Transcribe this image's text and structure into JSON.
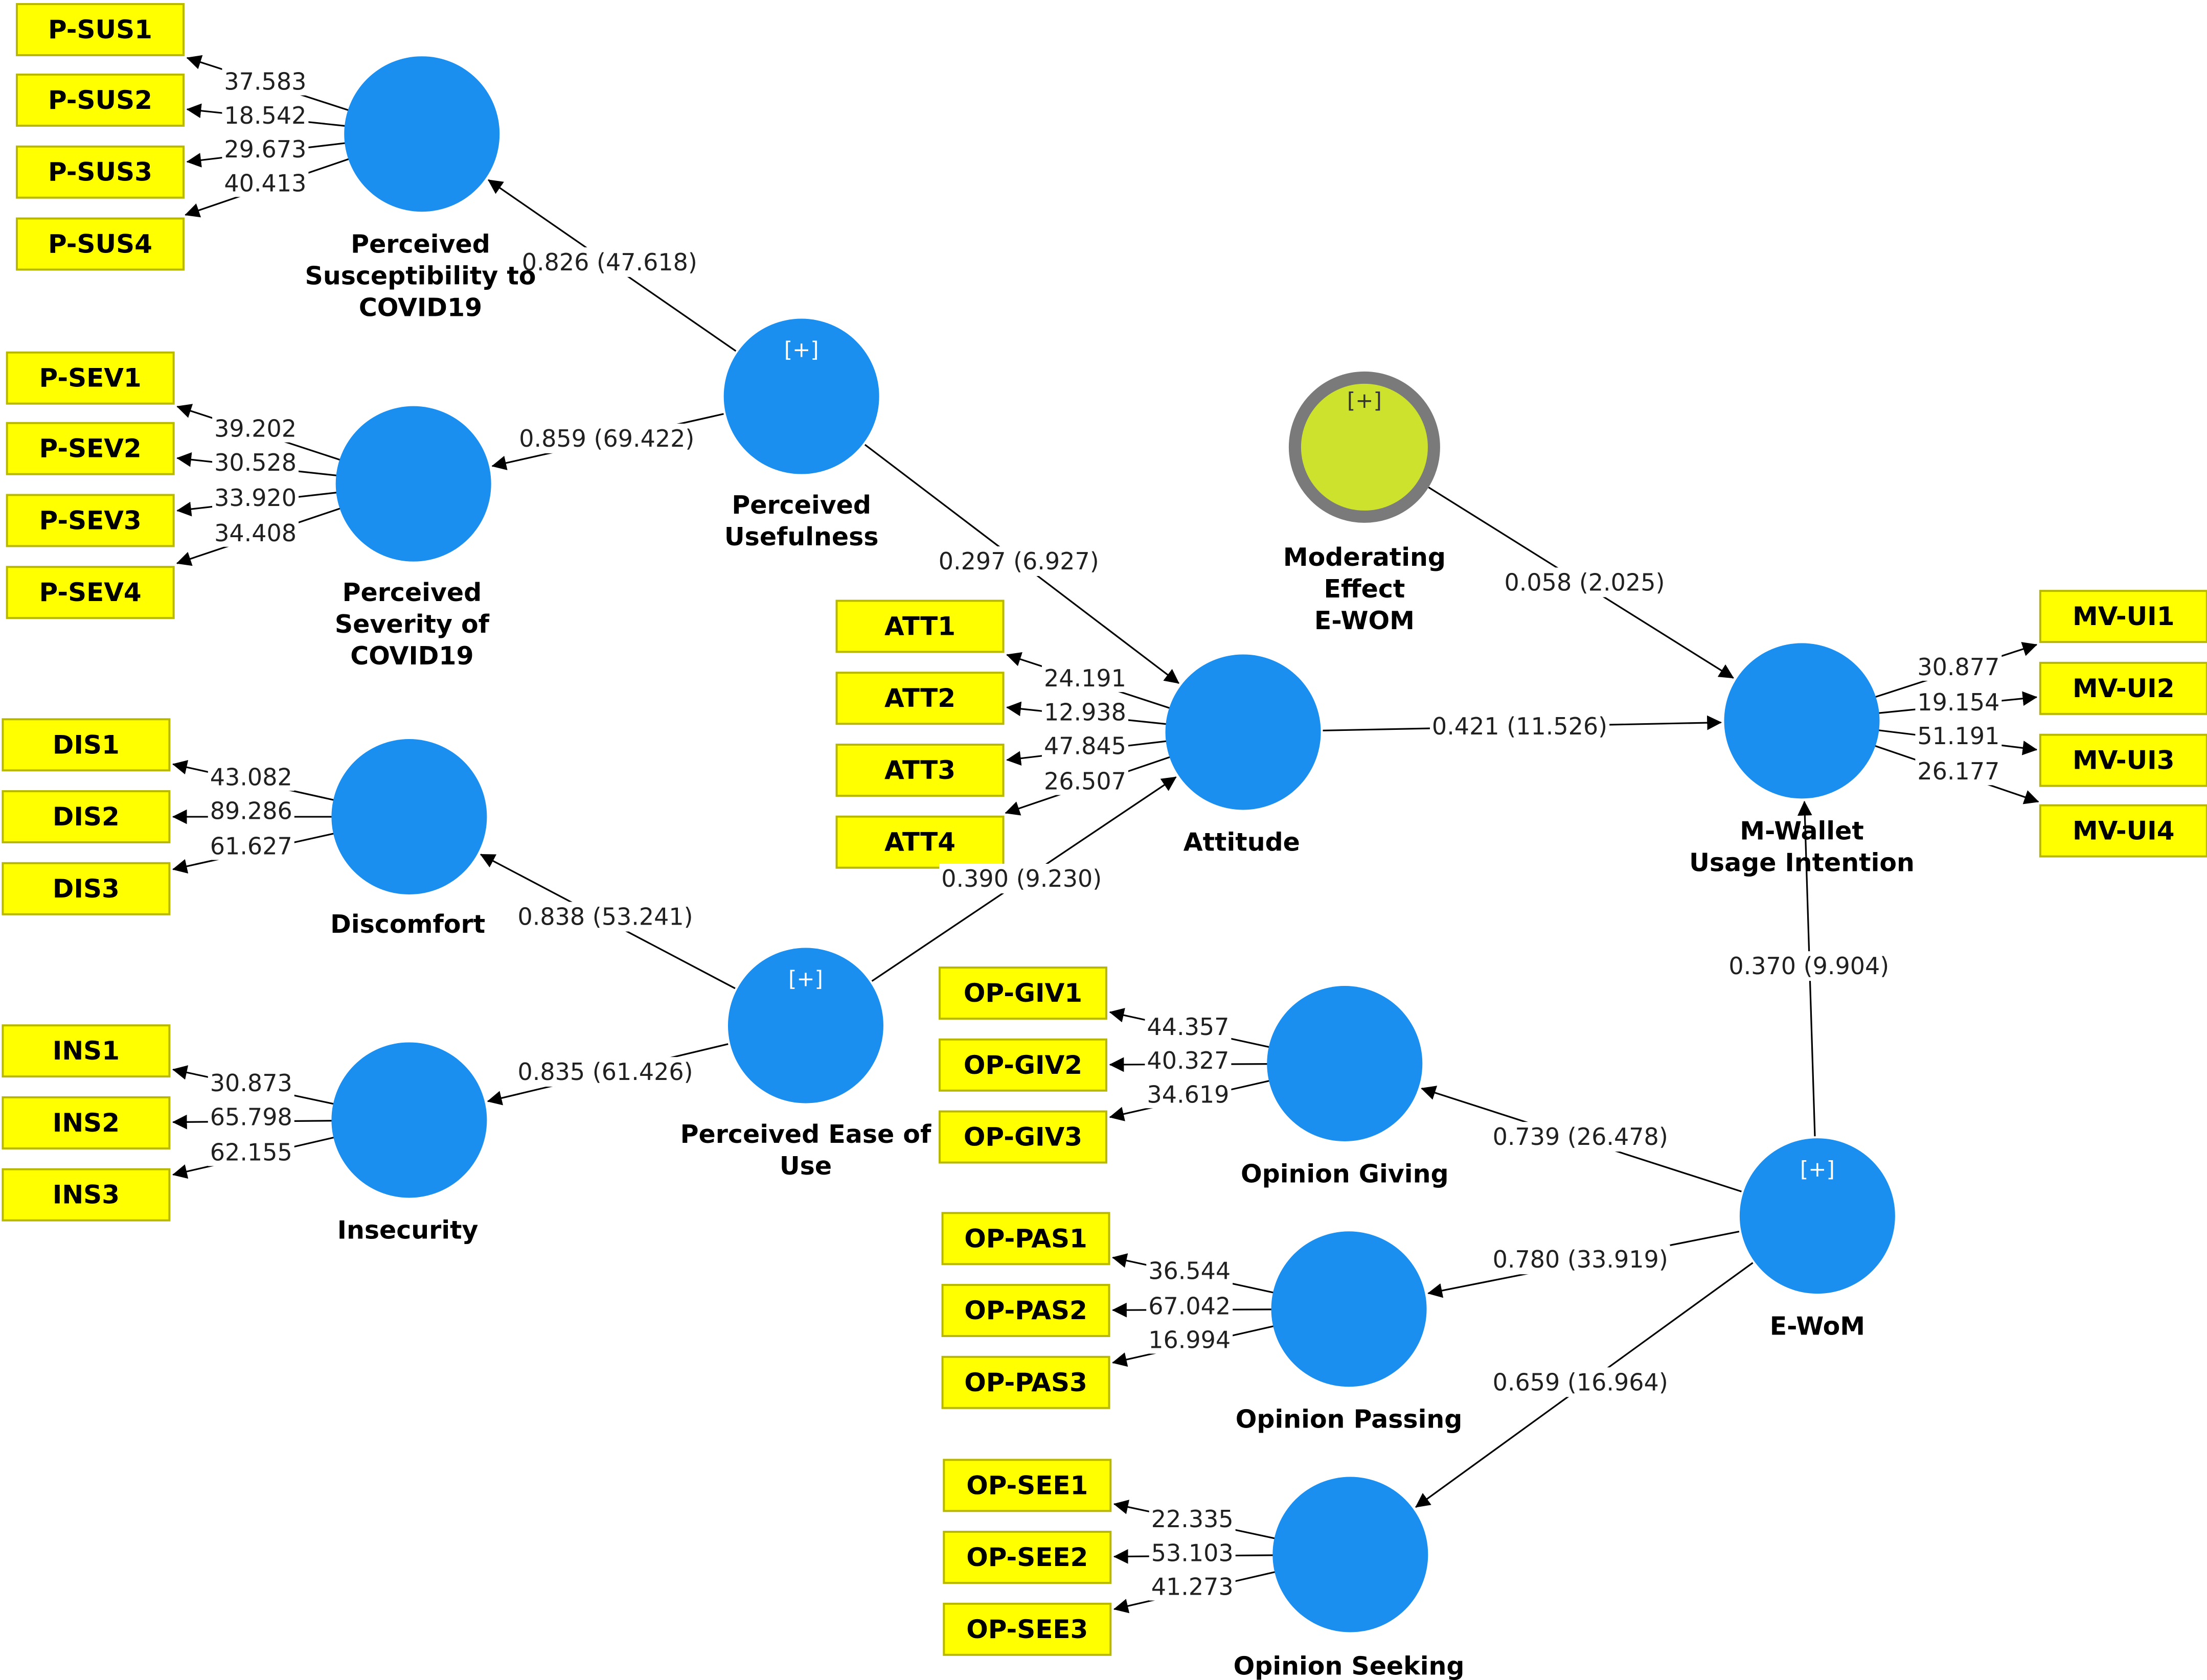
{
  "diagram": {
    "constructs": [
      {
        "id": "psus",
        "label": [
          "Perceived",
          "Susceptibility to",
          "COVID19"
        ],
        "expandable": false
      },
      {
        "id": "psev",
        "label": [
          "Perceived",
          "Severity of",
          "COVID19"
        ],
        "expandable": false
      },
      {
        "id": "pu",
        "label": [
          "Perceived",
          "Usefulness"
        ],
        "expandable": true
      },
      {
        "id": "dis",
        "label": [
          "Discomfort"
        ],
        "expandable": false
      },
      {
        "id": "ins",
        "label": [
          "Insecurity"
        ],
        "expandable": false
      },
      {
        "id": "peou",
        "label": [
          "Perceived Ease of",
          "Use"
        ],
        "expandable": true
      },
      {
        "id": "att",
        "label": [
          "Attitude"
        ],
        "expandable": false
      },
      {
        "id": "mod",
        "label": [
          "Moderating",
          "Effect",
          "E-WOM"
        ],
        "expandable": true
      },
      {
        "id": "mwui",
        "label": [
          "M-Wallet",
          "Usage Intention"
        ],
        "expandable": false
      },
      {
        "id": "opgiv",
        "label": [
          "Opinion Giving"
        ],
        "expandable": false
      },
      {
        "id": "oppas",
        "label": [
          "Opinion Passing"
        ],
        "expandable": false
      },
      {
        "id": "opsee",
        "label": [
          "Opinion Seeking"
        ],
        "expandable": false
      },
      {
        "id": "ewom",
        "label": [
          "E-WoM"
        ],
        "expandable": true
      }
    ],
    "indicators": [
      {
        "id": "P-SUS1",
        "construct": "psus",
        "loading": "37.583"
      },
      {
        "id": "P-SUS2",
        "construct": "psus",
        "loading": "18.542"
      },
      {
        "id": "P-SUS3",
        "construct": "psus",
        "loading": "29.673"
      },
      {
        "id": "P-SUS4",
        "construct": "psus",
        "loading": "40.413"
      },
      {
        "id": "P-SEV1",
        "construct": "psev",
        "loading": "39.202"
      },
      {
        "id": "P-SEV2",
        "construct": "psev",
        "loading": "30.528"
      },
      {
        "id": "P-SEV3",
        "construct": "psev",
        "loading": "33.920"
      },
      {
        "id": "P-SEV4",
        "construct": "psev",
        "loading": "34.408"
      },
      {
        "id": "DIS1",
        "construct": "dis",
        "loading": "43.082"
      },
      {
        "id": "DIS2",
        "construct": "dis",
        "loading": "89.286"
      },
      {
        "id": "DIS3",
        "construct": "dis",
        "loading": "61.627"
      },
      {
        "id": "INS1",
        "construct": "ins",
        "loading": "30.873"
      },
      {
        "id": "INS2",
        "construct": "ins",
        "loading": "65.798"
      },
      {
        "id": "INS3",
        "construct": "ins",
        "loading": "62.155"
      },
      {
        "id": "ATT1",
        "construct": "att",
        "loading": "24.191"
      },
      {
        "id": "ATT2",
        "construct": "att",
        "loading": "12.938"
      },
      {
        "id": "ATT3",
        "construct": "att",
        "loading": "47.845"
      },
      {
        "id": "ATT4",
        "construct": "att",
        "loading": "26.507"
      },
      {
        "id": "MV-UI1",
        "construct": "mwui",
        "loading": "30.877"
      },
      {
        "id": "MV-UI2",
        "construct": "mwui",
        "loading": "19.154"
      },
      {
        "id": "MV-UI3",
        "construct": "mwui",
        "loading": "51.191"
      },
      {
        "id": "MV-UI4",
        "construct": "mwui",
        "loading": "26.177"
      },
      {
        "id": "OP-GIV1",
        "construct": "opgiv",
        "loading": "44.357"
      },
      {
        "id": "OP-GIV2",
        "construct": "opgiv",
        "loading": "40.327"
      },
      {
        "id": "OP-GIV3",
        "construct": "opgiv",
        "loading": "34.619"
      },
      {
        "id": "OP-PAS1",
        "construct": "oppas",
        "loading": "36.544"
      },
      {
        "id": "OP-PAS2",
        "construct": "oppas",
        "loading": "67.042"
      },
      {
        "id": "OP-PAS3",
        "construct": "oppas",
        "loading": "16.994"
      },
      {
        "id": "OP-SEE1",
        "construct": "opsee",
        "loading": "22.335"
      },
      {
        "id": "OP-SEE2",
        "construct": "opsee",
        "loading": "53.103"
      },
      {
        "id": "OP-SEE3",
        "construct": "opsee",
        "loading": "41.273"
      }
    ],
    "paths": [
      {
        "from": "pu",
        "to": "psus",
        "label": "0.826 (47.618)"
      },
      {
        "from": "pu",
        "to": "psev",
        "label": "0.859 (69.422)"
      },
      {
        "from": "pu",
        "to": "att",
        "label": "0.297 (6.927)"
      },
      {
        "from": "peou",
        "to": "dis",
        "label": "0.838 (53.241)"
      },
      {
        "from": "peou",
        "to": "ins",
        "label": "0.835 (61.426)"
      },
      {
        "from": "peou",
        "to": "att",
        "label": "0.390 (9.230)"
      },
      {
        "from": "att",
        "to": "mwui",
        "label": "0.421 (11.526)"
      },
      {
        "from": "mod",
        "to": "mwui",
        "label": "0.058 (2.025)"
      },
      {
        "from": "ewom",
        "to": "mwui",
        "label": "0.370 (9.904)"
      },
      {
        "from": "ewom",
        "to": "opgiv",
        "label": "0.739 (26.478)"
      },
      {
        "from": "ewom",
        "to": "oppas",
        "label": "0.780 (33.919)"
      },
      {
        "from": "ewom",
        "to": "opsee",
        "label": "0.659 (16.964)"
      }
    ],
    "expand_marker": "[+]",
    "colors": {
      "construct": "#1a8ff0",
      "moderator": "#cde22c",
      "moderator_border": "#7a7a7a",
      "indicator": "#ffff00"
    }
  }
}
